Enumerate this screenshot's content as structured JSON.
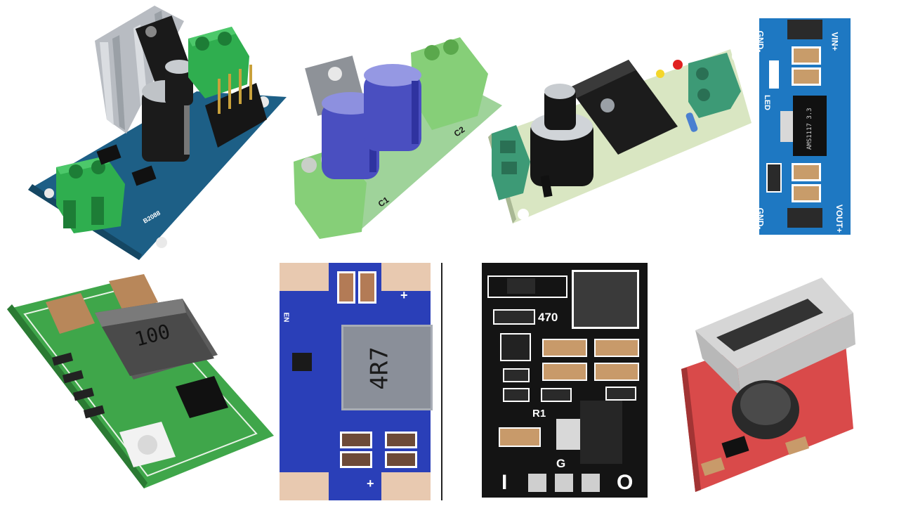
{
  "colors": {
    "background": "#ffffff",
    "pcb_blue": "#1f6fb0",
    "pcb_green": "#3fa64a",
    "pcb_black": "#141414",
    "pcb_red": "#d94a4a",
    "terminal_green": "#2fae4f",
    "capacitor_blue": "#4a4fc0"
  },
  "boards": {
    "b1": {
      "silk_text": "B2088"
    },
    "b2": {
      "label_c1": "C1",
      "label_c2": "C2"
    },
    "b4": {
      "gnd_top": "GND-",
      "vin": "VIN+",
      "led": "LED",
      "chip": "AMS1117 3.3",
      "gnd_bottom": "GND-",
      "vout": "VOUT+"
    },
    "b5": {
      "inductor": "100"
    },
    "b6": {
      "inductor": "4R7",
      "plus_top": "+",
      "plus_bottom": "+",
      "en": "EN"
    },
    "b7": {
      "marking_470": "470",
      "r1": "R1",
      "g": "G",
      "i": "I",
      "o": "O"
    }
  }
}
